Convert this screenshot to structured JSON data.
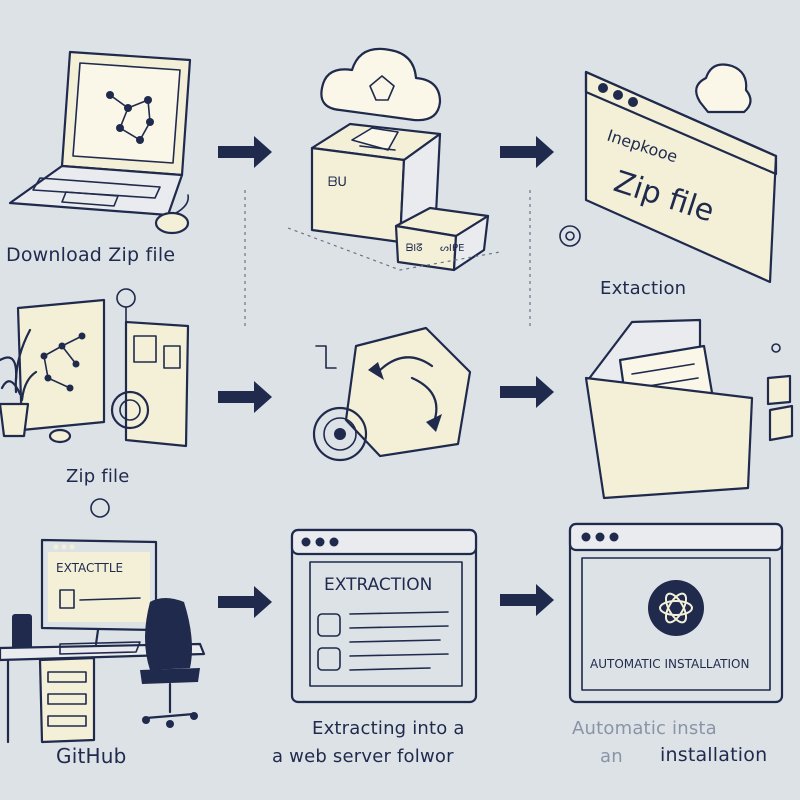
{
  "labels": {
    "download_zip": "Download Zip file",
    "extaction": "Extaction",
    "zip_file": "Zip file",
    "github": "GitHub",
    "extracting_line1": "Extracting into a",
    "extracting_line2": "a web server folwor",
    "auto_inst_line1": "Automatic insta",
    "auto_inst_line2a": "an",
    "auto_inst_line2b": "installation"
  },
  "graphics": {
    "box_label_front": "ᗷᑌ",
    "box_label_small": "ᗷIᘔ",
    "box_label_small2": "ᔕIᑭE",
    "window_top_text": "Inepkooe",
    "window_main_text": "Zip file",
    "monitor_text": "EXTACTTLE",
    "extraction_window_text": "EXTRACTION",
    "auto_install_text": "AUTOMATIC INSTALLATION"
  },
  "colors": {
    "background": "#dde2e6",
    "ink": "#1f2a4d",
    "paper": "#f4f0d8",
    "arrow": "#1f2a4d"
  }
}
